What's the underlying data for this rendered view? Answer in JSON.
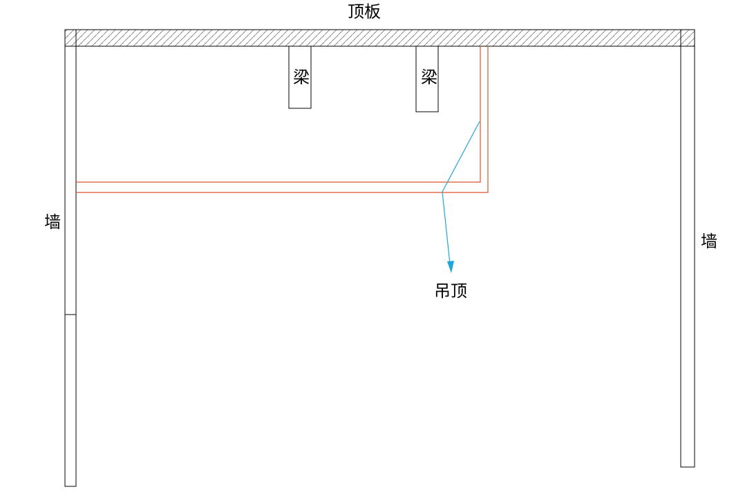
{
  "labels": {
    "slab": "顶板",
    "beam_left": "梁",
    "beam_right": "梁",
    "wall_left": "墙",
    "wall_right": "墙",
    "ceiling": "吊顶"
  },
  "colors": {
    "outline": "#000000",
    "hatch": "#555555",
    "ceiling_line": "#e0522a",
    "leader": "#1aa7e0",
    "background": "#ffffff"
  }
}
